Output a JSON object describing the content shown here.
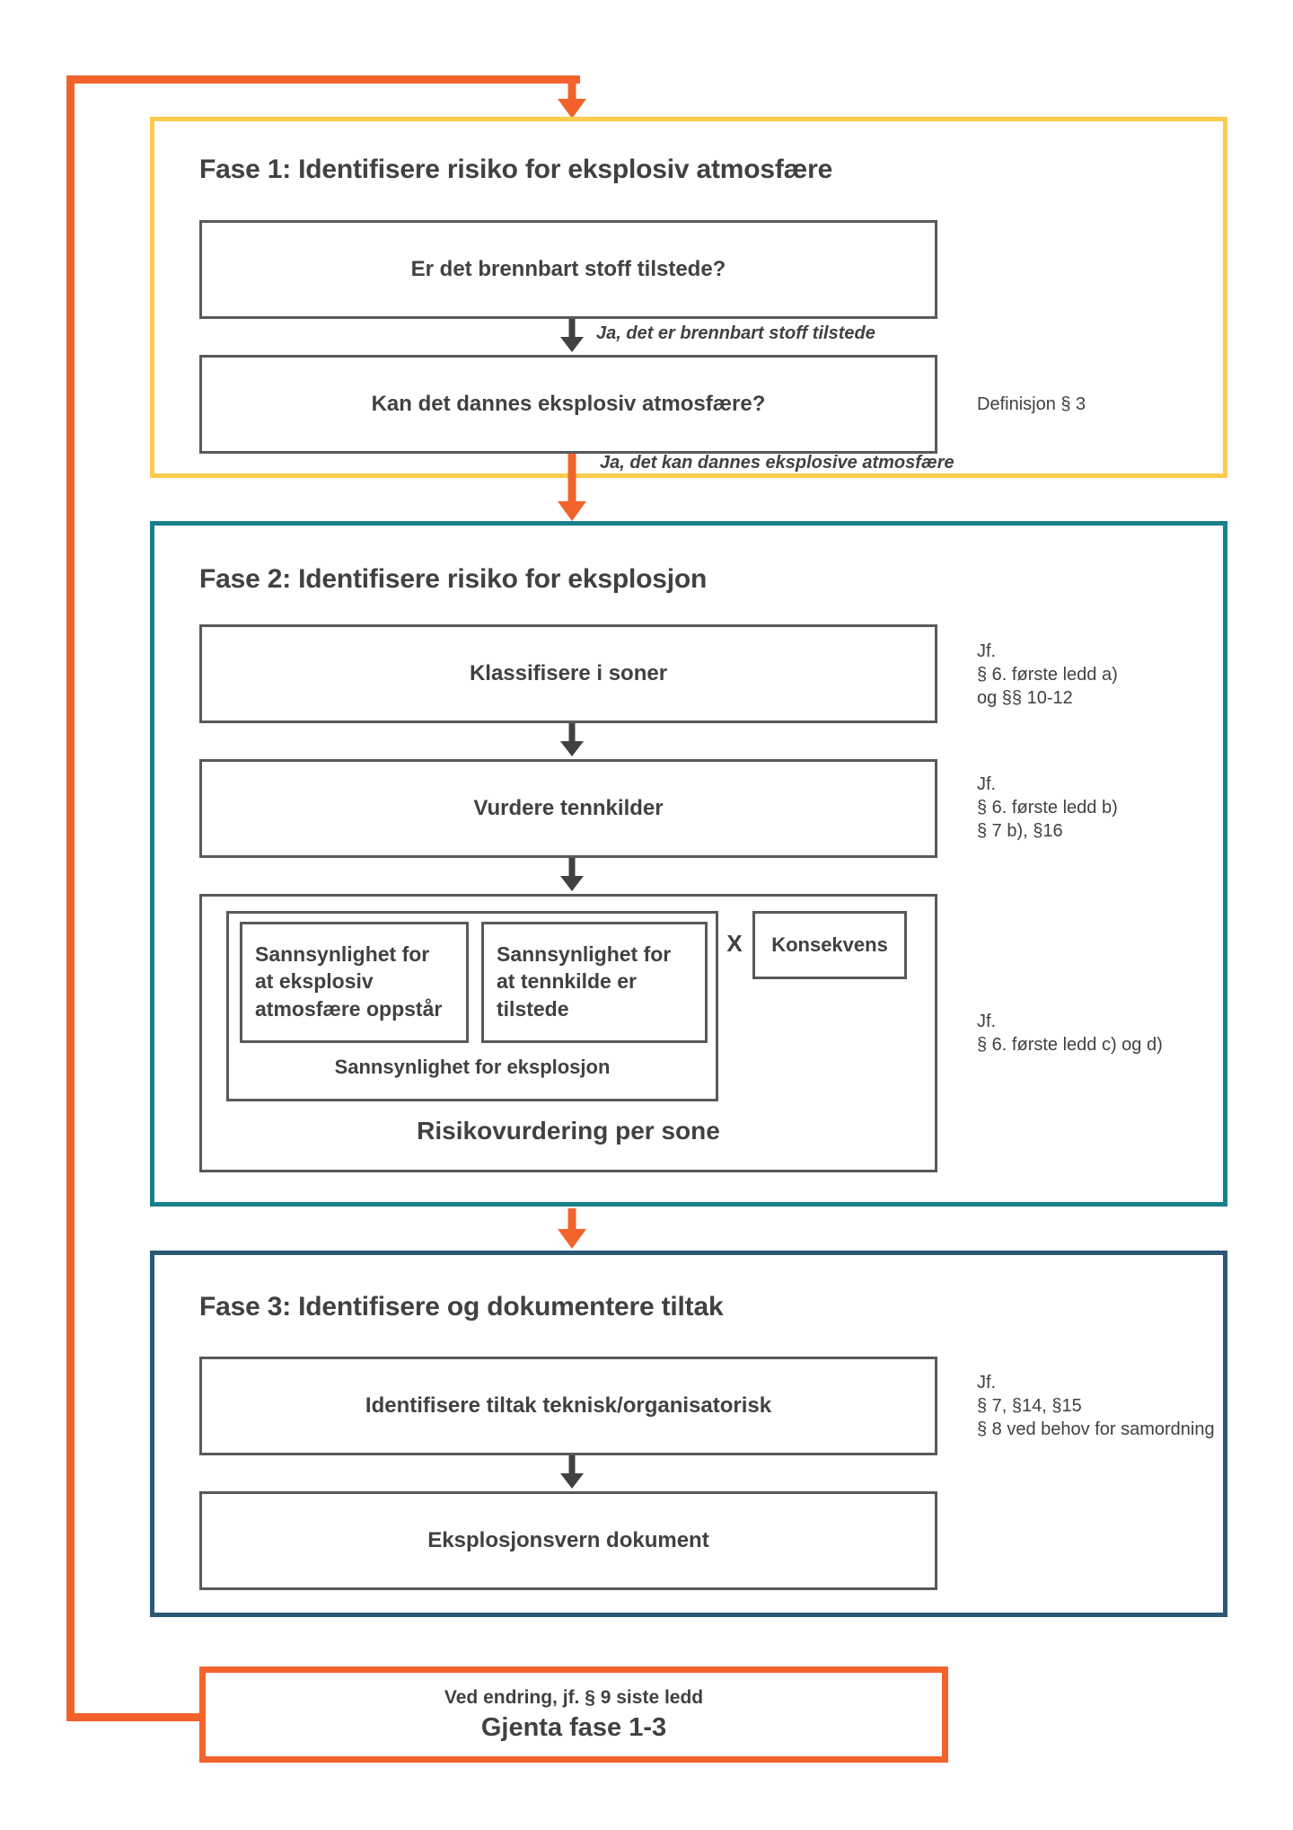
{
  "colors": {
    "orange": "#F2632C",
    "yellow": "#FBCC4D",
    "teal": "#17808C",
    "blue": "#2B5876",
    "border": "#58595B",
    "ink": "#414042"
  },
  "phase1": {
    "title": "Fase 1: Identifisere risiko for eksplosiv atmosfære",
    "box1": "Er det brennbart stoff tilstede?",
    "arrow_label": "Ja, det er brennbart stoff tilstede",
    "box2": "Kan det dannes eksplosiv atmosfære?",
    "annotation": "Definisjon § 3",
    "exit_label": "Ja, det kan dannes eksplosive atmosfære"
  },
  "phase2": {
    "title": "Fase 2: Identifisere risiko for eksplosjon",
    "box1": "Klassifisere i soner",
    "box1_annotation": [
      "Jf.",
      "§ 6. første ledd a)",
      "og §§ 10-12"
    ],
    "box2": "Vurdere tennkilder",
    "box2_annotation": [
      "Jf.",
      "§ 6. første ledd b)",
      "§ 7 b), §16"
    ],
    "risk": {
      "inner1": "Sannsynlighet for at eksplosiv atmosfære oppstår",
      "inner2": "Sannsynlighet for at tennkilde er tilstede",
      "multiply": "X",
      "consequence": "Konsekvens",
      "probability_label": "Sannsynlighet for eksplosjon",
      "title": "Risikovurdering per sone"
    },
    "risk_annotation": [
      "Jf.",
      "§ 6. første ledd c) og d)"
    ]
  },
  "phase3": {
    "title": "Fase 3: Identifisere og dokumentere tiltak",
    "box1": "Identifisere tiltak teknisk/organisatorisk",
    "box1_annotation": [
      "Jf.",
      "§ 7, §14, §15",
      "§ 8 ved behov for samordning"
    ],
    "box2": "Eksplosjonsvern dokument"
  },
  "repeat_box": {
    "line1": "Ved endring, jf. § 9 siste ledd",
    "line2": "Gjenta fase 1-3"
  }
}
